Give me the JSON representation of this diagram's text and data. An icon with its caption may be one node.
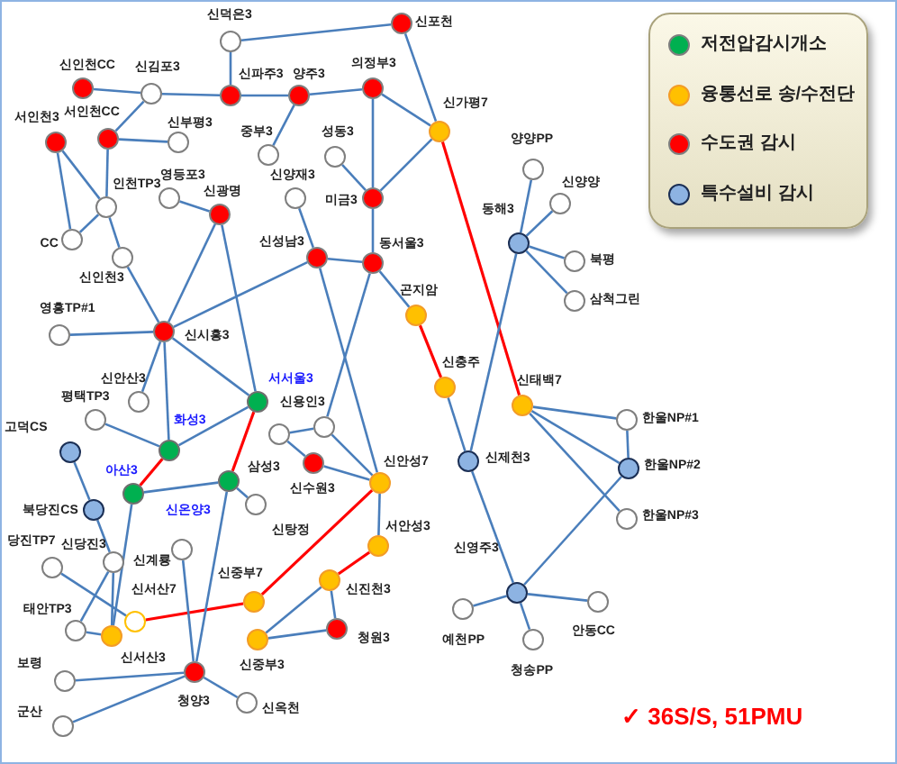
{
  "diagram": {
    "nodes": [
      {
        "text": [
          "신포천"
        ]
      },
      {
        "text": [
          "신덕은3"
        ]
      },
      {
        "text": [
          "신인천CC"
        ]
      },
      {
        "text": [
          "의정부3"
        ]
      },
      {
        "text": [
          "신김포3"
        ]
      },
      {
        "text": [
          "신파주3"
        ]
      },
      {
        "text": [
          "양주3"
        ]
      },
      {
        "text": [
          "신가평7"
        ]
      },
      {
        "text": [
          "서인천CC"
        ]
      },
      {
        "text": [
          "서인천3"
        ]
      },
      {
        "text": [
          "신부평3"
        ]
      },
      {
        "text": [
          "중부3"
        ]
      },
      {
        "text": [
          "성동3"
        ]
      },
      {
        "text": [
          "양양PP"
        ]
      },
      {
        "text": [
          "영등포3"
        ]
      },
      {
        "text": [
          "신양재3"
        ]
      },
      {
        "text": [
          "미금3"
        ]
      },
      {
        "text": [
          "신양양"
        ]
      },
      {
        "text": [
          "인천TP3"
        ]
      },
      {
        "text": [
          "신광명"
        ]
      },
      {
        "text": [
          "CC"
        ]
      },
      {
        "text": [
          "동해3"
        ]
      },
      {
        "text": [
          "신성남3"
        ]
      },
      {
        "text": [
          "신인천3"
        ]
      },
      {
        "text": [
          "북평"
        ]
      },
      {
        "text": [
          "동서울3"
        ]
      },
      {
        "text": [
          "삼척그린"
        ]
      },
      {
        "text": [
          "곤지암"
        ]
      },
      {
        "text": [
          "신시흥3"
        ]
      },
      {
        "text": [
          "영흥TP#1"
        ]
      },
      {
        "text": [
          "신충주"
        ]
      },
      {
        "text": [
          "서서울3"
        ]
      },
      {
        "text": [
          "신안산3"
        ]
      },
      {
        "text": [
          "신태백7"
        ]
      },
      {
        "text": [
          "평택TP3"
        ]
      },
      {
        "text": [
          "한울NP#1"
        ]
      },
      {
        "text": [
          "신용인3"
        ]
      },
      {
        "text": [
          "삼성3"
        ]
      },
      {
        "text": [
          "화성3"
        ]
      },
      {
        "text": [
          "고덕CS"
        ]
      },
      {
        "text": [
          "신제천3"
        ]
      },
      {
        "text": [
          "신수원3"
        ]
      },
      {
        "text": [
          "한울NP#2"
        ]
      },
      {
        "text": [
          "신온양3"
        ]
      },
      {
        "text": [
          "신안성7"
        ]
      },
      {
        "text": [
          "아산3"
        ]
      },
      {
        "text": [
          "신탕정"
        ]
      },
      {
        "text": [
          "북당진CS"
        ]
      },
      {
        "text": [
          "한울NP#3"
        ]
      },
      {
        "text": [
          "서안성3"
        ]
      },
      {
        "text": [
          "신계룡"
        ]
      },
      {
        "text": [
          "신당진3"
        ]
      },
      {
        "text": [
          "당진TP7"
        ]
      },
      {
        "text": [
          "신진천3"
        ]
      },
      {
        "text": [
          "신영주3"
        ]
      },
      {
        "text": [
          "신중부7"
        ]
      },
      {
        "text": [
          "안동CC"
        ]
      },
      {
        "text": [
          "예천PP"
        ]
      },
      {
        "text": [
          "신서산7"
        ]
      },
      {
        "text": [
          "청원3"
        ]
      },
      {
        "text": [
          "태안TP3"
        ]
      },
      {
        "text": [
          "신서산3"
        ]
      },
      {
        "text": [
          "신중부3"
        ]
      },
      {
        "text": [
          "청송PP"
        ]
      },
      {
        "text": [
          "청양3"
        ]
      },
      {
        "text": [
          "보령"
        ]
      },
      {
        "text": [
          "신옥천"
        ]
      },
      {
        "text": [
          "군산"
        ]
      }
    ],
    "edges": [
      {
        "from": 1,
        "to": 0,
        "arrow": "none"
      },
      {
        "from": 1,
        "to": 5,
        "arrow": "none"
      },
      {
        "from": 0,
        "to": 7,
        "arrow": "none"
      },
      {
        "from": 2,
        "to": 4,
        "arrow": "none"
      },
      {
        "from": 4,
        "to": 5,
        "arrow": "none"
      },
      {
        "from": 4,
        "to": 8,
        "arrow": "none"
      },
      {
        "from": 5,
        "to": 6,
        "arrow": "none"
      },
      {
        "from": 6,
        "to": 3,
        "arrow": "none"
      },
      {
        "from": 6,
        "to": 11,
        "arrow": "none"
      },
      {
        "from": 3,
        "to": 7,
        "arrow": "none"
      },
      {
        "from": 3,
        "to": 16,
        "arrow": "none"
      },
      {
        "from": 7,
        "to": 16,
        "arrow": "none"
      },
      {
        "from": 12,
        "to": 16,
        "arrow": "none"
      },
      {
        "from": 8,
        "to": 10,
        "arrow": "none"
      },
      {
        "from": 8,
        "to": 18,
        "arrow": "none"
      },
      {
        "from": 9,
        "to": 18,
        "arrow": "none"
      },
      {
        "from": 9,
        "to": 20,
        "arrow": "none"
      },
      {
        "from": 18,
        "to": 20,
        "arrow": "none"
      },
      {
        "from": 18,
        "to": 23,
        "arrow": "none"
      },
      {
        "from": 14,
        "to": 19,
        "arrow": "none"
      },
      {
        "from": 19,
        "to": 28,
        "arrow": "none"
      },
      {
        "from": 19,
        "to": 31,
        "arrow": "none"
      },
      {
        "from": 16,
        "to": 25,
        "arrow": "none"
      },
      {
        "from": 15,
        "to": 22,
        "arrow": "none"
      },
      {
        "from": 22,
        "to": 25,
        "arrow": "none"
      },
      {
        "from": 23,
        "to": 28,
        "arrow": "none"
      },
      {
        "from": 29,
        "to": 28,
        "arrow": "none"
      },
      {
        "from": 28,
        "to": 22,
        "arrow": "none"
      },
      {
        "from": 28,
        "to": 31,
        "arrow": "none"
      },
      {
        "from": 28,
        "to": 38,
        "arrow": "none"
      },
      {
        "from": 28,
        "to": 32,
        "arrow": "none"
      },
      {
        "from": 34,
        "to": 38,
        "arrow": "none"
      },
      {
        "from": 38,
        "to": 31,
        "arrow": "none"
      },
      {
        "from": 38,
        "to": 45,
        "arrow": "none",
        "color": "#ff0000"
      },
      {
        "from": 31,
        "to": 43,
        "arrow": "none",
        "color": "#ff0000"
      },
      {
        "from": 45,
        "to": 43,
        "arrow": "none"
      },
      {
        "from": 22,
        "to": 44,
        "arrow": "none"
      },
      {
        "from": 25,
        "to": 36,
        "arrow": "none"
      },
      {
        "from": 25,
        "to": 27,
        "arrow": "none"
      },
      {
        "from": 27,
        "to": 30,
        "arrow": "none",
        "color": "#ff0000"
      },
      {
        "from": 30,
        "to": 40,
        "arrow": "none"
      },
      {
        "from": 7,
        "to": 33,
        "arrow": "none",
        "color": "#ff0000"
      },
      {
        "from": 21,
        "to": 13,
        "arrow": "none"
      },
      {
        "from": 21,
        "to": 17,
        "arrow": "none"
      },
      {
        "from": 21,
        "to": 24,
        "arrow": "none"
      },
      {
        "from": 21,
        "to": 26,
        "arrow": "none"
      },
      {
        "from": 21,
        "to": 40,
        "arrow": "none"
      },
      {
        "from": 33,
        "to": 35,
        "arrow": "none"
      },
      {
        "from": 33,
        "to": 42,
        "arrow": "none"
      },
      {
        "from": 33,
        "to": 48,
        "arrow": "none"
      },
      {
        "from": 35,
        "to": 42,
        "arrow": "none"
      },
      {
        "from": 42,
        "to": 54,
        "arrow": "none"
      },
      {
        "from": 40,
        "to": 54,
        "arrow": "none"
      },
      {
        "from": 54,
        "to": 57,
        "arrow": "none"
      },
      {
        "from": 54,
        "to": 63,
        "arrow": "none"
      },
      {
        "from": 54,
        "to": 56,
        "arrow": "none"
      },
      {
        "from": 36,
        "to": 37,
        "arrow": "none"
      },
      {
        "from": 37,
        "to": 41,
        "arrow": "none"
      },
      {
        "from": 36,
        "to": 44,
        "arrow": "none"
      },
      {
        "from": 41,
        "to": 44,
        "arrow": "none"
      },
      {
        "from": 44,
        "to": 55,
        "arrow": "none",
        "color": "#ff0000"
      },
      {
        "from": 44,
        "to": 49,
        "arrow": "none"
      },
      {
        "from": 49,
        "to": 53,
        "arrow": "none",
        "color": "#ff0000"
      },
      {
        "from": 53,
        "to": 62,
        "arrow": "none"
      },
      {
        "from": 53,
        "to": 59,
        "arrow": "none"
      },
      {
        "from": 62,
        "to": 59,
        "arrow": "none"
      },
      {
        "from": 55,
        "to": 58,
        "arrow": "none",
        "color": "#ff0000"
      },
      {
        "from": 43,
        "to": 46,
        "arrow": "none"
      },
      {
        "from": 43,
        "to": 64,
        "arrow": "none"
      },
      {
        "from": 50,
        "to": 64,
        "arrow": "none"
      },
      {
        "from": 39,
        "to": 47,
        "arrow": "none"
      },
      {
        "from": 47,
        "to": 51,
        "arrow": "none"
      },
      {
        "from": 45,
        "to": 61,
        "arrow": "none"
      },
      {
        "from": 52,
        "to": 58,
        "arrow": "none"
      },
      {
        "from": 60,
        "to": 61,
        "arrow": "none"
      },
      {
        "from": 51,
        "to": 60,
        "arrow": "none"
      },
      {
        "from": 51,
        "to": 61,
        "arrow": "none"
      },
      {
        "from": 64,
        "to": 65,
        "arrow": "none"
      },
      {
        "from": 64,
        "to": 67,
        "arrow": "none"
      },
      {
        "from": 64,
        "to": 66,
        "arrow": "none"
      }
    ],
    "labels": [
      "✓ 36S/S, 51PMU"
    ],
    "legend": [
      {
        "text": "저전압감시개소",
        "color": "#00b050"
      },
      {
        "text": "융통선로 송/수전단",
        "color": "#ffc000"
      },
      {
        "text": "수도권 감시",
        "color": "#ff0000"
      },
      {
        "text": "특수설비 감시",
        "color": "#8db3e2"
      }
    ]
  }
}
